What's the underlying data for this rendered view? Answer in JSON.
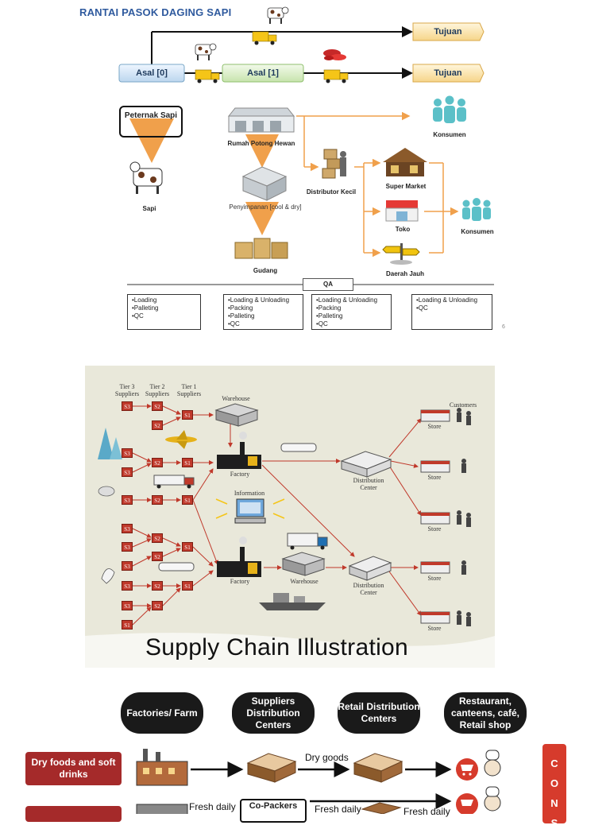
{
  "section1": {
    "title": "RANTAI PASOK DAGING SAPI",
    "asal0": "Asal [0]",
    "asal1": "Asal [1]",
    "tujuan_top": "Tujuan",
    "tujuan_bottom": "Tujuan",
    "peternak": "Peternak Sapi",
    "sapi": "Sapi",
    "rph": "Rumah Potong Hewan",
    "penyimpanan": "Penyimpanan [cool & dry]",
    "gudang": "Gudang",
    "distributor": "Distributor Kecil",
    "konsumen_top": "Konsumen",
    "supermarket": "Super Market",
    "toko": "Toko",
    "daerah": "Daerah Jauh",
    "konsumen_right": "Konsumen",
    "qa": "QA",
    "tasks": [
      [
        "•Loading",
        "•Palleting",
        "•QC"
      ],
      [
        "•Loading & Unloading",
        "•Packing",
        "•Palleting",
        "•QC"
      ],
      [
        "•Loading & Unloading",
        "•Packing",
        "•Palleting",
        "•QC"
      ],
      [
        "•Loading & Unloading",
        "•QC"
      ]
    ],
    "page_number": "6"
  },
  "section2": {
    "title": "Supply Chain Illustration",
    "tier3": "Tier 3 Suppliers",
    "tier2": "Tier 2 Suppliers",
    "tier1": "Tier 1 Suppliers",
    "warehouse_top": "Warehouse",
    "factory_top": "Factory",
    "information": "Information",
    "factory_bottom": "Factory",
    "warehouse_bottom": "Warehouse",
    "dc_top": "Distribution Center",
    "dc_bottom": "Distribution Center",
    "customers": "Customers",
    "store": "Store",
    "s3": "S3",
    "s2": "S2",
    "s1": "S1"
  },
  "section3": {
    "col1": "Factories/ Farm",
    "col2": "Suppliers Distribution Centers",
    "col3": "Retail Distribution Centers",
    "col4": "Restaurant, canteens, café, Retail shop",
    "row1": "Dry foods and soft drinks",
    "dry_goods": "Dry goods",
    "fresh_daily_1": "Fresh daily",
    "fresh_daily_2": "Fresh daily",
    "fresh_daily_3": "Fresh daily",
    "copackers": "Co-Packers",
    "cons": [
      "C",
      "O",
      "N",
      "S"
    ]
  },
  "colors": {
    "title_blue": "#2f5a9e",
    "arrow_orange": "#f0a04b",
    "supplier_red": "#c0392b",
    "category_red": "#a52a2a",
    "cons_red": "#d63b2c",
    "pill_black": "#1a1a1a"
  }
}
